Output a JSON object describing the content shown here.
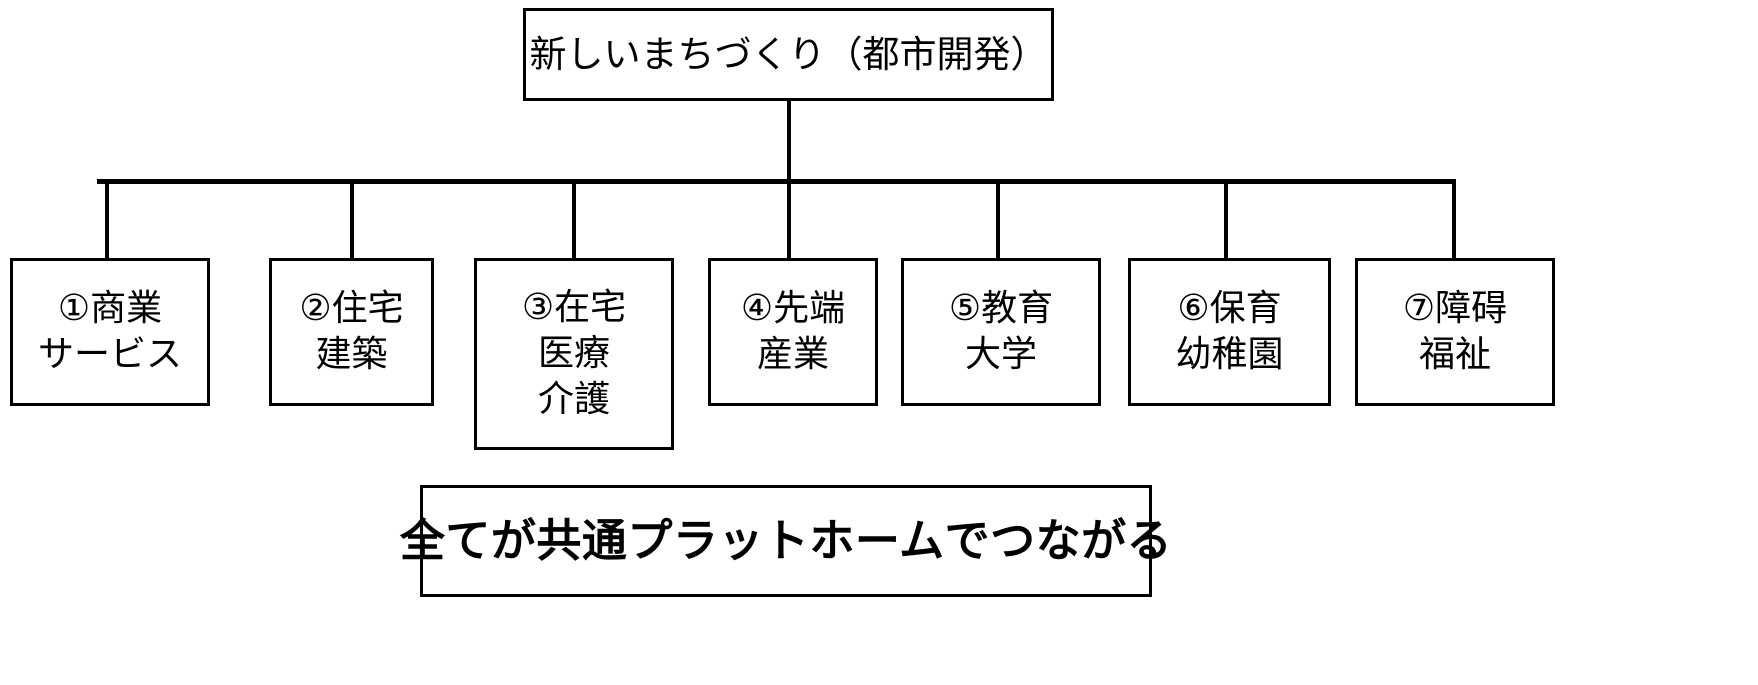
{
  "diagram": {
    "title_text": "新しいまちづくり（都市開発）",
    "root": {
      "label": "新しいまちづくり（都市開発）"
    },
    "leaves": [
      {
        "id": "commerce",
        "lines": [
          "①商業",
          "サービス"
        ]
      },
      {
        "id": "housing",
        "lines": [
          "②住宅",
          "建築"
        ]
      },
      {
        "id": "homecare",
        "lines": [
          "③在宅",
          "医療",
          "介護"
        ]
      },
      {
        "id": "industry",
        "lines": [
          "④先端",
          "産業"
        ]
      },
      {
        "id": "education",
        "lines": [
          "⑤教育",
          "大学"
        ]
      },
      {
        "id": "childcare",
        "lines": [
          "⑥保育",
          "幼稚園"
        ]
      },
      {
        "id": "welfare",
        "lines": [
          "⑦障碍",
          "福祉"
        ]
      }
    ],
    "banner": {
      "label": "全てが共通プラットホームでつながる"
    },
    "colors": {
      "stroke": "#000000",
      "fill": "#ffffff",
      "text": "#000000"
    }
  }
}
